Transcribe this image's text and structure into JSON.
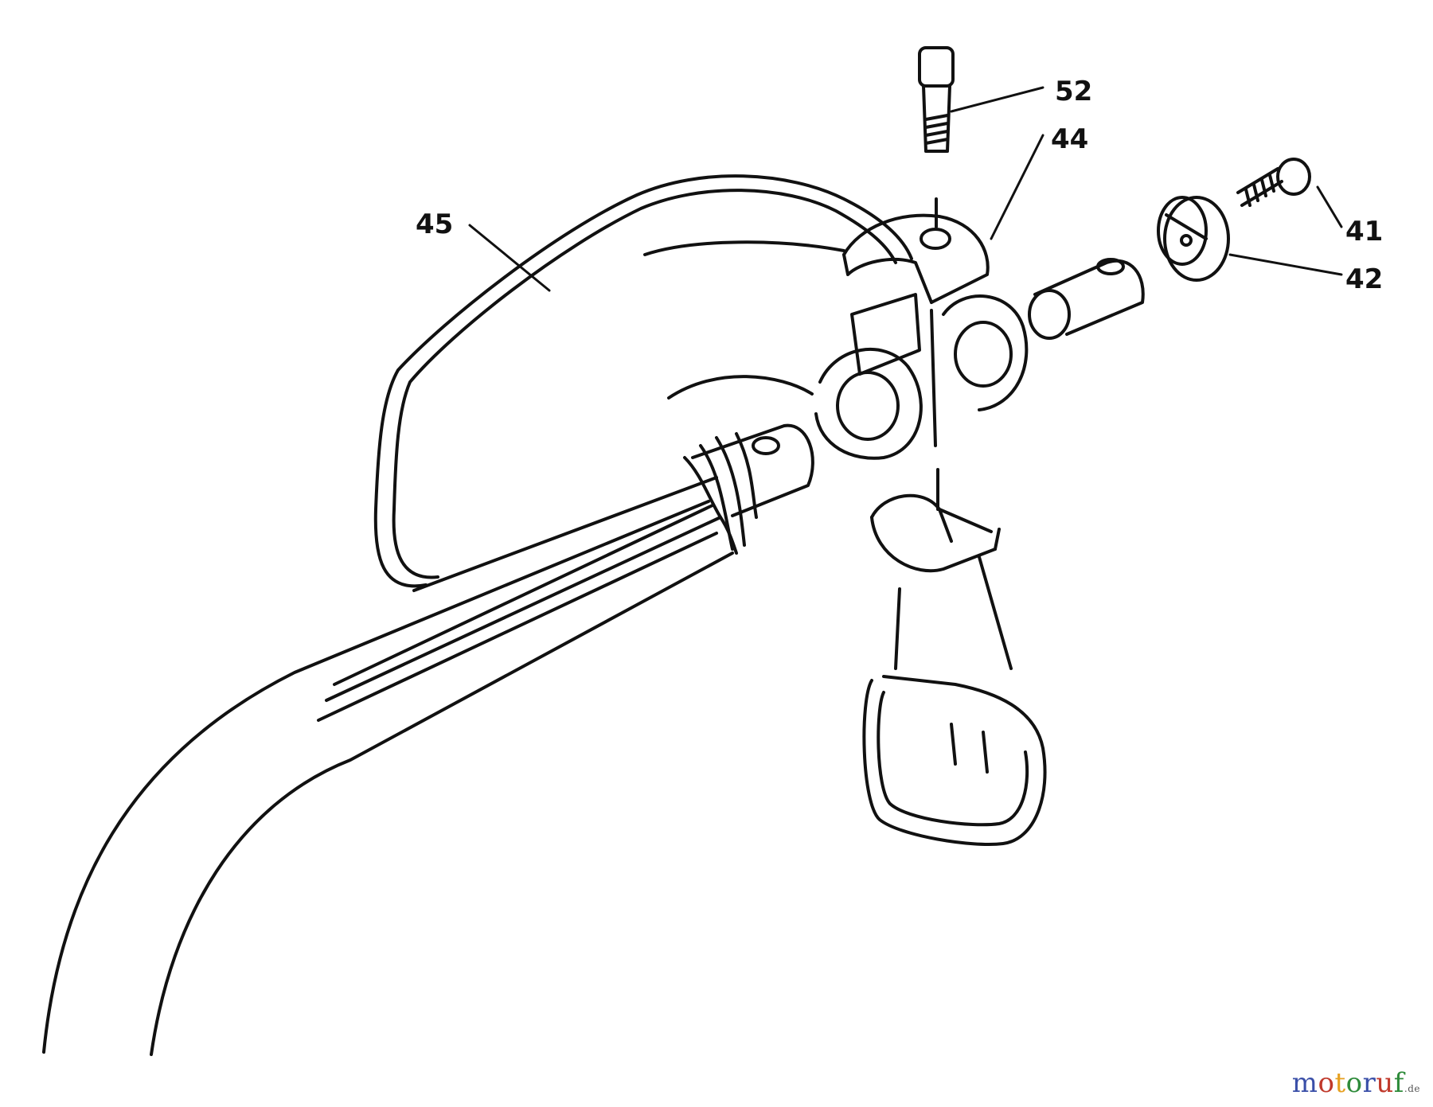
{
  "diagram": {
    "callouts": [
      {
        "id": "52",
        "label": "52"
      },
      {
        "id": "44",
        "label": "44"
      },
      {
        "id": "45",
        "label": "45"
      },
      {
        "id": "41",
        "label": "41"
      },
      {
        "id": "42",
        "label": "42"
      }
    ]
  },
  "watermark": {
    "text": "motoruf",
    "suffix": ".de",
    "letter_colors": [
      "#3a4fa8",
      "#c0392b",
      "#e6a020",
      "#2e8b3a",
      "#3a4fa8",
      "#c0392b",
      "#2e8b3a"
    ]
  }
}
